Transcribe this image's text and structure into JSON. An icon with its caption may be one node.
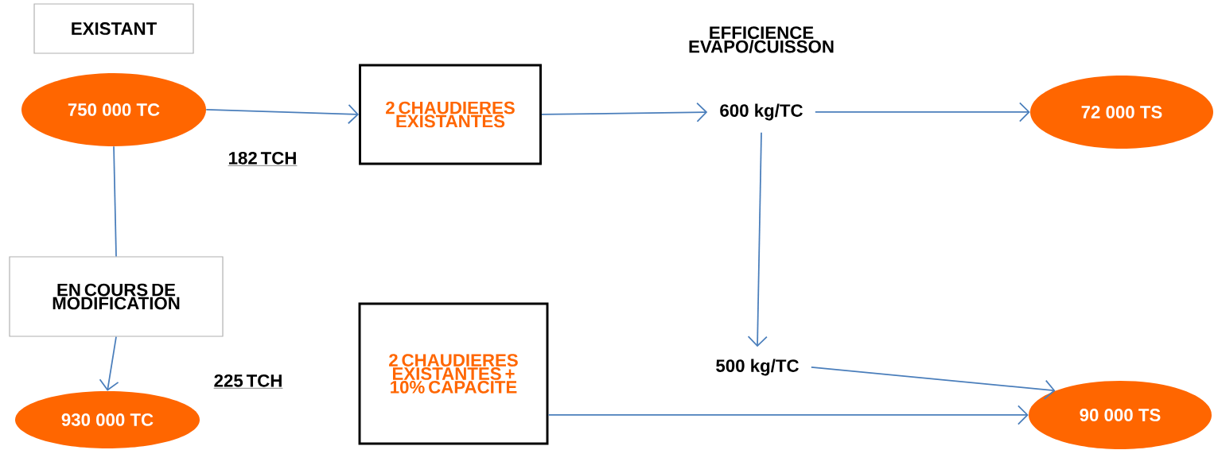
{
  "diagram": {
    "nodes": [
      {
        "text": [
          "EXISTANT"
        ]
      },
      {
        "text": [
          "750 000 TC"
        ]
      },
      {
        "text": [
          "2 CHAUDIERES EXISTANTES"
        ]
      },
      {
        "text": [
          "600 kg/TC"
        ]
      },
      {
        "text": [
          "72 000 TS"
        ]
      },
      {
        "text": [
          "EN COURS DE MODIFICATION"
        ]
      },
      {
        "text": [
          "930 000 TC"
        ]
      },
      {
        "text": [
          "2 CHAUDIERES EXISTANTES + 10% CAPACITE"
        ]
      },
      {
        "text": [
          "500 kg/TC"
        ]
      },
      {
        "text": [
          "90 000 TS"
        ]
      }
    ],
    "edges": [
      {
        "from": 1,
        "to": 2,
        "arrow": "to"
      },
      {
        "from": 2,
        "to": 3,
        "arrow": "to"
      },
      {
        "from": 3,
        "to": 4,
        "arrow": "to"
      },
      {
        "from": 3,
        "to": 8,
        "arrow": "to"
      },
      {
        "from": 1,
        "to": 5,
        "arrow": "none"
      },
      {
        "from": 5,
        "to": 6,
        "arrow": "to"
      },
      {
        "from": 8,
        "to": 9,
        "arrow": "to"
      },
      {
        "from": 7,
        "to": 9,
        "arrow": "to"
      }
    ],
    "labels": [
      "EFFICIENCE EVAPO/CUISSON",
      "182 TCH",
      "225 TCH"
    ]
  }
}
